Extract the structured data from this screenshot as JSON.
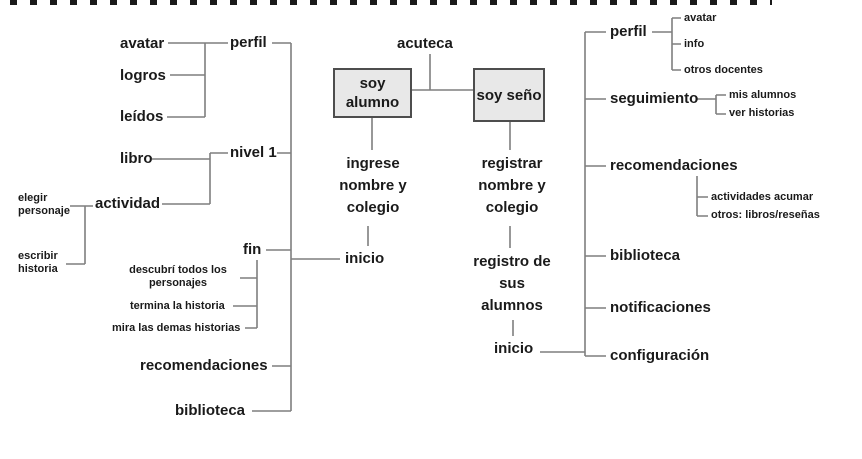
{
  "title": "acuteca",
  "colors": {
    "background": "#ffffff",
    "box_fill": "#e8e8e8",
    "box_border": "#4d4d4d",
    "line": "#7f7f7f",
    "text": "#1a1a1a"
  },
  "student_flow": {
    "role": "soy alumno",
    "step1": "ingrese nombre y colegio",
    "step2": "inicio"
  },
  "teacher_flow": {
    "role": "soy seño",
    "step1": "registrar nombre y colegio",
    "step2": "registro de sus alumnos",
    "step3": "inicio"
  },
  "student_menu": {
    "perfil": "perfil",
    "perfil_children": [
      "avatar",
      "logros",
      "leídos"
    ],
    "nivel1": "nivel 1",
    "nivel1_children": [
      "libro",
      "actividad"
    ],
    "actividad_children": [
      "elegir personaje",
      "escribir historia"
    ],
    "fin": "fin",
    "fin_children": [
      "descubrí todos los personajes",
      "termina la historia",
      "mira las demas historias"
    ],
    "recomendaciones": "recomendaciones",
    "biblioteca": "biblioteca"
  },
  "teacher_menu": {
    "perfil": "perfil",
    "perfil_children": [
      "avatar",
      "info",
      "otros docentes"
    ],
    "seguimiento": "seguimiento",
    "seguimiento_children": [
      "mis alumnos",
      "ver historias"
    ],
    "recomendaciones": "recomendaciones",
    "recomendaciones_children": [
      "actividades acumar",
      "otros: libros/reseñas"
    ],
    "biblioteca": "biblioteca",
    "notificaciones": "notificaciones",
    "configuracion": "configuración"
  }
}
